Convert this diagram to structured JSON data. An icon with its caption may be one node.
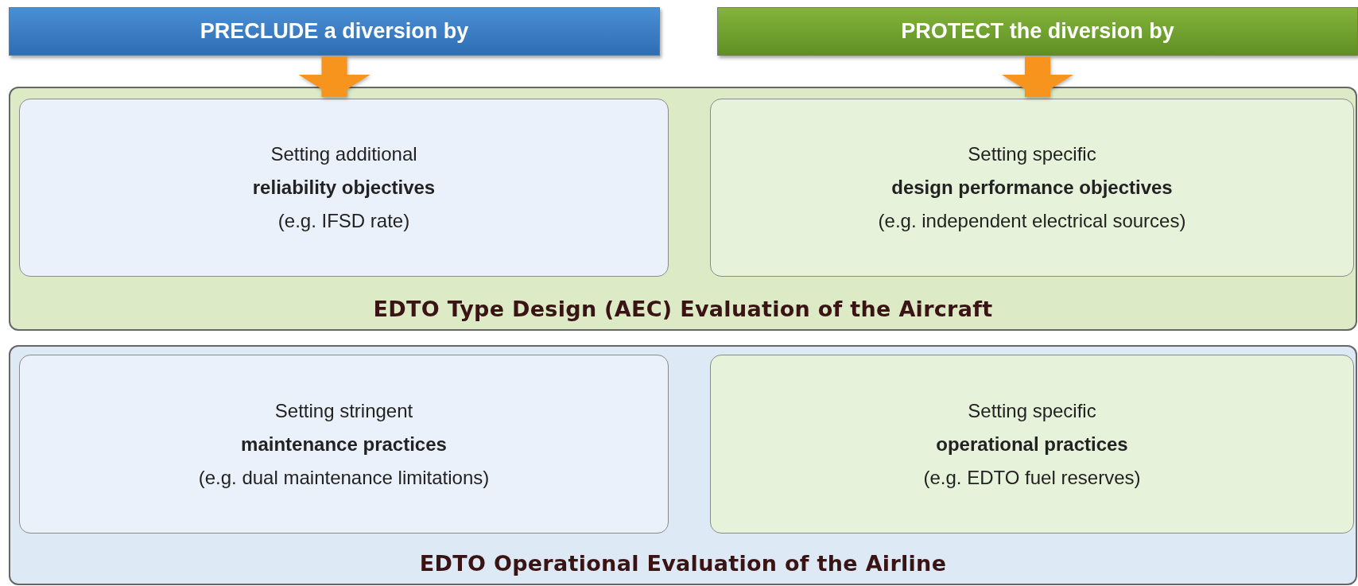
{
  "diagram": {
    "nodes": [
      {
        "text": [
          "PRECLUDE a diversion by"
        ]
      },
      {
        "text": [
          "PROTECT the diversion by"
        ]
      },
      {
        "text": [
          "EDTO Type Design (AEC) Evaluation of the Aircraft"
        ]
      },
      {
        "text": [
          "Setting additional",
          "reliability objectives",
          "(e.g. IFSD rate)"
        ],
        "in": 2
      },
      {
        "text": [
          "Setting specific",
          "design performance objectives",
          "(e.g. independent electrical sources)"
        ],
        "in": 2
      },
      {
        "text": [
          "EDTO Operational Evaluation of the Airline"
        ]
      },
      {
        "text": [
          "Setting stringent",
          "maintenance practices",
          "(e.g. dual maintenance limitations)"
        ],
        "in": 5
      },
      {
        "text": [
          "Setting specific",
          "operational practices",
          "(e.g. EDTO fuel reserves)"
        ],
        "in": 5
      }
    ],
    "edges": [
      {
        "from": 0,
        "to": 3,
        "arrow": "to"
      },
      {
        "from": 1,
        "to": 4,
        "arrow": "to"
      }
    ]
  }
}
